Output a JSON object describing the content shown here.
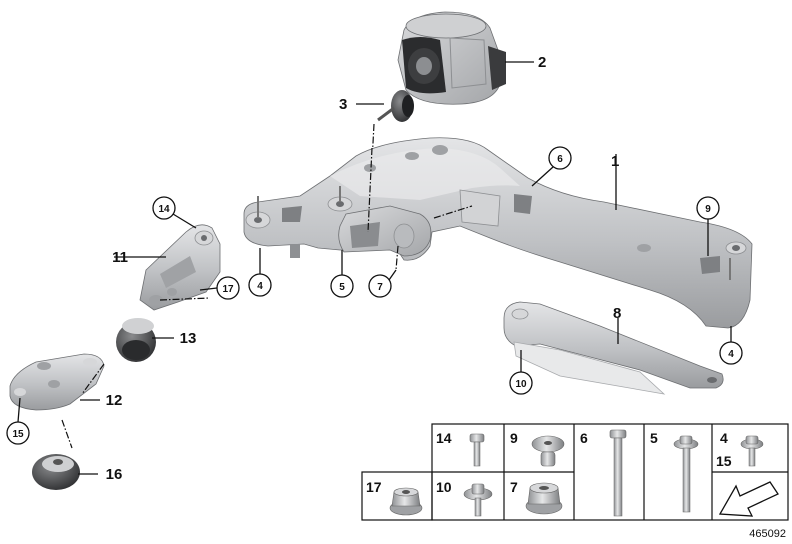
{
  "diagram": {
    "id": "465092",
    "callouts": {
      "c1": "1",
      "c2": "2",
      "c3": "3",
      "c4a": "4",
      "c4b": "4",
      "c5": "5",
      "c6": "6",
      "c7": "7",
      "c8": "8",
      "c9": "9",
      "c10": "10",
      "c11": "11",
      "c12": "12",
      "c13": "13",
      "c14": "14",
      "c15": "15",
      "c16": "16",
      "c17": "17"
    },
    "grid": {
      "g14": "14",
      "g9": "9",
      "g6": "6",
      "g5": "5",
      "g4": "4",
      "g15": "15",
      "g17": "17",
      "g10": "10",
      "g7": "7"
    }
  }
}
